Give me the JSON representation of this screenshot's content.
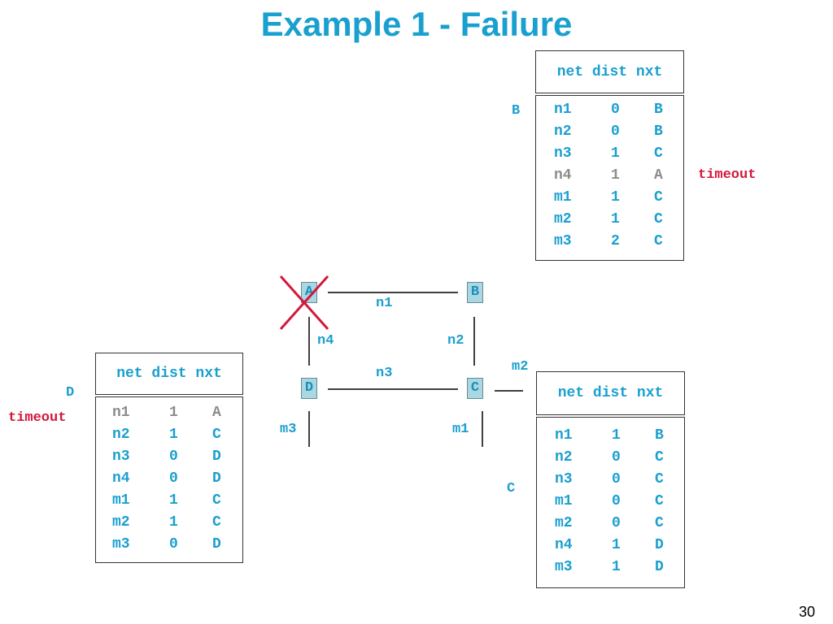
{
  "title": "Example 1 - Failure",
  "page_number": "30",
  "colors": {
    "accent": "#1a9fcf",
    "stale": "#8c8c8c",
    "alert": "#d4173a",
    "node_fill": "#a9d7e2"
  },
  "header_label": "net dist nxt",
  "nodes": {
    "a": "A",
    "b": "B",
    "c": "C",
    "d": "D"
  },
  "links": {
    "n1": "n1",
    "n2": "n2",
    "n3": "n3",
    "n4": "n4",
    "m1": "m1",
    "m2": "m2",
    "m3": "m3"
  },
  "table_b": {
    "router": "B",
    "status": "timeout",
    "rows": [
      {
        "net": "n1",
        "dist": "0",
        "nxt": "B",
        "stale": false
      },
      {
        "net": "n2",
        "dist": "0",
        "nxt": "B",
        "stale": false
      },
      {
        "net": "n3",
        "dist": "1",
        "nxt": "C",
        "stale": false
      },
      {
        "net": "n4",
        "dist": "1",
        "nxt": "A",
        "stale": true
      },
      {
        "net": "m1",
        "dist": "1",
        "nxt": "C",
        "stale": false
      },
      {
        "net": "m2",
        "dist": "1",
        "nxt": "C",
        "stale": false
      },
      {
        "net": "m3",
        "dist": "2",
        "nxt": "C",
        "stale": false
      }
    ]
  },
  "table_d": {
    "router": "D",
    "status": "timeout",
    "rows": [
      {
        "net": "n1",
        "dist": "1",
        "nxt": "A",
        "stale": true
      },
      {
        "net": "n2",
        "dist": "1",
        "nxt": "C",
        "stale": false
      },
      {
        "net": "n3",
        "dist": "0",
        "nxt": "D",
        "stale": false
      },
      {
        "net": "n4",
        "dist": "0",
        "nxt": "D",
        "stale": false
      },
      {
        "net": "m1",
        "dist": "1",
        "nxt": "C",
        "stale": false
      },
      {
        "net": "m2",
        "dist": "1",
        "nxt": "C",
        "stale": false
      },
      {
        "net": "m3",
        "dist": "0",
        "nxt": "D",
        "stale": false
      }
    ]
  },
  "table_c": {
    "router": "C",
    "rows": [
      {
        "net": "n1",
        "dist": "1",
        "nxt": "B",
        "stale": false
      },
      {
        "net": "n2",
        "dist": "0",
        "nxt": "C",
        "stale": false
      },
      {
        "net": "n3",
        "dist": "0",
        "nxt": "C",
        "stale": false
      },
      {
        "net": "m1",
        "dist": "0",
        "nxt": "C",
        "stale": false
      },
      {
        "net": "m2",
        "dist": "0",
        "nxt": "C",
        "stale": false
      },
      {
        "net": "n4",
        "dist": "1",
        "nxt": "D",
        "stale": false
      },
      {
        "net": "m3",
        "dist": "1",
        "nxt": "D",
        "stale": false
      }
    ]
  }
}
